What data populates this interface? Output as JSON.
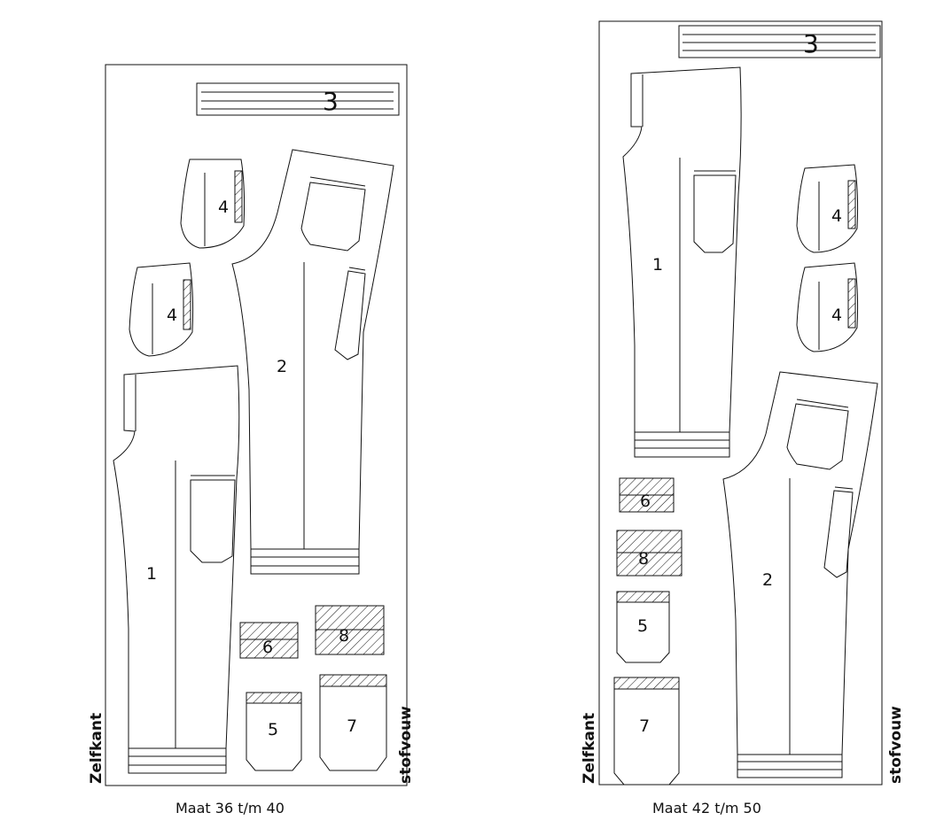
{
  "layouts": [
    {
      "caption": "Maat 36 t/m 40",
      "selvedge_label": "Zelfkant",
      "fold_label": "stofvouw",
      "piece_labels": {
        "top_band": "3",
        "pocket_a": "4",
        "pocket_b": "4",
        "front": "1",
        "back": "2",
        "small_a": "6",
        "small_b": "8",
        "small_c": "5",
        "small_d": "7"
      }
    },
    {
      "caption": "Maat 42 t/m 50",
      "selvedge_label": "Zelfkant",
      "fold_label": "stofvouw",
      "piece_labels": {
        "top_band": "3",
        "front": "1",
        "pocket_a": "4",
        "pocket_b": "4",
        "small_a": "6",
        "small_b": "8",
        "small_c": "5",
        "small_d": "7",
        "back": "2"
      }
    }
  ]
}
